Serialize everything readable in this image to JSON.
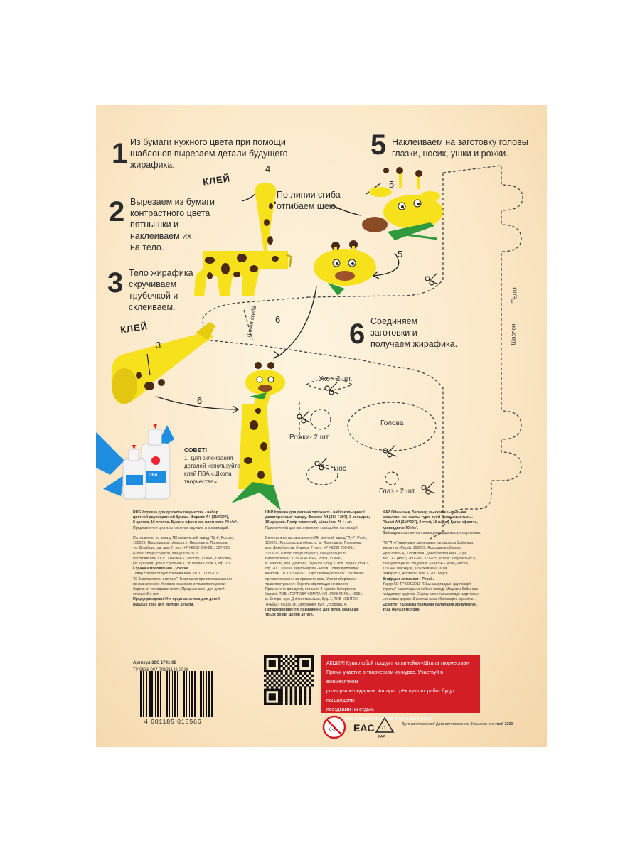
{
  "steps": [
    {
      "number": "1",
      "lines": [
        "Из бумаги нужного цвета при помощи",
        "шаблонов вырезаем детали будущего",
        "жирафика."
      ]
    },
    {
      "number": "2",
      "lines": [
        "Вырезаем из бумаги",
        "контрастного цвета",
        "пятнышки и",
        "наклеиваем их",
        "на тело."
      ]
    },
    {
      "number": "3",
      "lines": [
        "Тело жирафика",
        "скручиваем",
        "трубочкой и",
        "склеиваем."
      ]
    },
    {
      "number": "4",
      "lines": [
        "По линии сгиба",
        "отгибаем шею."
      ]
    },
    {
      "number": "5",
      "lines": [
        "Наклеиваем на заготовку головы",
        "глазки, носик, ушки и рожки."
      ]
    },
    {
      "number": "6",
      "lines": [
        "Соединяем",
        "заготовки и",
        "получаем жирафика."
      ]
    }
  ],
  "figure_labels": {
    "glue_1": "КЛЕЙ",
    "glue_2": "КЛЕЙ",
    "arrow_4": "4",
    "arrow_3": "3",
    "arrow_5a": "5",
    "arrow_5b": "5",
    "arrow_6a": "6",
    "arrow_6b": "6"
  },
  "template_labels": {
    "fold_line": "Линия сгиба",
    "body": "Тело",
    "body_template": "Шаблон",
    "ears": "Уко - 2 шт.",
    "horns": "Рожки- 2 шт.",
    "head": "Голова",
    "nose": "Нос",
    "eyes": "Глаз - 2 шт."
  },
  "tip": {
    "title": "СОВЕТ!",
    "lines": [
      "1. Для склеивания",
      "деталей используйте",
      "клей ПВА «Школа",
      "творчества»."
    ]
  },
  "glue_bottle": {
    "label": "ПВА"
  },
  "info_columns": [
    {
      "lines": [
        {
          "t": "RUS   Игрушка для детского творчества - набор",
          "b": true
        },
        {
          "t": "цветной двусторонней бумаги. Формат А4 (210*297),",
          "b": true
        },
        {
          "t": "8 цветов, 16 листов. Бумага офсетная, плотность 70 г/м².",
          "b": true
        },
        {
          "t": "Предназначен для изготовления игрушек и аппликаций.",
          "b": false
        },
        {
          "t": "",
          "b": false
        },
        {
          "t": "Изготовлено по заказу ПК химический завод \"Луч\", Россия,",
          "b": false
        },
        {
          "t": "150029, Ярославская область, г. Ярославль, Промзона,",
          "b": false
        },
        {
          "t": "ул. Декабристов, дом 7, тел.: +7 (4852) 260-261, 327-625,",
          "b": false
        },
        {
          "t": "e-mail: sbt@luch-pk.ru, sale@luch-pk.ru.",
          "b": false
        },
        {
          "t": "Изготовитель: ООО «ЛАПБЕ» , Россия, 119049, г. Москва,",
          "b": false
        },
        {
          "t": "ул. Донская, дом 6 строение 1, эт. подвал, пом. I, оф. 20С.",
          "b": false
        },
        {
          "t": "Страна изготовления - Россия.",
          "b": true
        },
        {
          "t": "Товар соответствует требованиям ТР ТС 008/2011",
          "b": false
        },
        {
          "t": "\"О безопасности игрушек\". Безопасно при использовании",
          "b": false
        },
        {
          "t": "по назначению. Условия хранения и транспортировки:",
          "b": false
        },
        {
          "t": "беречь от попадания влаги. Предназначен для детей",
          "b": false
        },
        {
          "t": "старше 3-х лет.",
          "b": false
        },
        {
          "t": "Предупреждение! Не предназначено для детей",
          "b": true
        },
        {
          "t": "младше трех лет. Мелкие детали.",
          "b": true
        }
      ]
    },
    {
      "lines": [
        {
          "t": "UKR   Іграшка для дитячої творчості - набір кольорової",
          "b": true
        },
        {
          "t": "двосторонньої паперу. Формат А4 (210 * 297), 8 кольорів,",
          "b": true
        },
        {
          "t": "16 аркушів. Папір офсетний, щільність 70 г / м².",
          "b": true
        },
        {
          "t": "Призначений для виготовлення саморобок і аплікацій.",
          "b": false
        },
        {
          "t": "",
          "b": false
        },
        {
          "t": "Виготовлено на замовлення ПК хімічний завод \"Луч\", Росія,",
          "b": false
        },
        {
          "t": "150029, Ярославська область, м. Ярославль, Промзона,",
          "b": false
        },
        {
          "t": "вул. Декабристів, будинок 7, тел.: +7 (4852) 260-261,",
          "b": false
        },
        {
          "t": "327-625, e-mail: sbt@luch-pk.ru, sale@luch-pk.ru.",
          "b": false
        },
        {
          "t": "Виготовлювач: ТОВ «ЛАПБЕ», Росія, 119049,",
          "b": false
        },
        {
          "t": "м. Москва, вул. Донська, будинок 6 буд 1, пов. підвал, пом. I,",
          "b": false
        },
        {
          "t": "оф. 20С. Країна виробництва - Росія. Товар відповідає",
          "b": false
        },
        {
          "t": "вимогам ТР ТЗ 008/2011 \"Про безпеку іграшок\". Безпечно",
          "b": false
        },
        {
          "t": "при застосуванні за призначенням. Умови зберігання і",
          "b": false
        },
        {
          "t": "транспортування: берегти від попадання вологи.",
          "b": false
        },
        {
          "t": "Призначено для дітей, старших 3-х років. Імпортер в",
          "b": false
        },
        {
          "t": "Україні: ТОВ «ТОРГОВА КОМПАНІЯ «ПОЗИТИВ», 49051,",
          "b": false
        },
        {
          "t": "м. Дніпро, вул. Дніпростальська, буд. 1, ТОВ «СВІТОК",
          "b": false
        },
        {
          "t": "ТРЕЙД» 69035, м. Запоріжжя, вул. Сухорова, 4.",
          "b": false
        },
        {
          "t": "Попередження! Не призначено для дітей, молодше",
          "b": true
        },
        {
          "t": "трьох років. Дрібні деталі.",
          "b": true
        }
      ]
    },
    {
      "lines": [
        {
          "t": "KAZ   Ойыншық, Балалар шығармашылығына",
          "b": true
        },
        {
          "t": "арналған - екі жақты түрлі-түсті қағаз жиынтығы.",
          "b": true
        },
        {
          "t": "Пішімі А4 (210*297), 8 түсті, 16 парақ, Қағаз офсетте,",
          "b": true
        },
        {
          "t": "қалыңдығы 70 г/м².",
          "b": true
        },
        {
          "t": "Дайындамалар мен аппликацияларды жасауға арналған.",
          "b": false
        },
        {
          "t": "",
          "b": false
        },
        {
          "t": "ПК \"Луч\" химиялық зауытының тапсырысы бойынша",
          "b": false
        },
        {
          "t": "жасалған, Ресей, 150029, Ярославль облысы,",
          "b": false
        },
        {
          "t": "Ярославль қ., Промзона, Декабристов көш., 7 үй,",
          "b": false
        },
        {
          "t": "тел.: +7 (4852) 260-261, 327-625, e-mail: sbt@luch-pk.ru,",
          "b": false
        },
        {
          "t": "sale@luch-pk.ru. Өндіруші: «ЛАПБЕ» ЖШҚ, Ресей,",
          "b": false
        },
        {
          "t": "119049, Мәскеу қ., Донская көш., 6 үй,",
          "b": false
        },
        {
          "t": "пимарат 1, жертөле, пом. I, 20С кеңсе.",
          "b": false
        },
        {
          "t": "Өндірушт мемлекет - Ресей.",
          "b": true
        },
        {
          "t": "Тауар КО ТР 008/2011 \"Ойыншықтардың қауіпсіздігі",
          "b": false
        },
        {
          "t": "туралы\" талаптарына сәйкес келеді. Мақсаты бойынша",
          "b": false
        },
        {
          "t": "пайдалану қауіпсіз. Сақтау және тасымалдау шарттары:",
          "b": false
        },
        {
          "t": "ылғалдан қорғау. 3 жастан асқан балаларға арналған.",
          "b": false
        },
        {
          "t": "Ескерту! Үш жасқа толмаған балаларға арналмаған.",
          "b": true
        },
        {
          "t": "Ұсақ бөлшектер бар.",
          "b": true
        }
      ]
    }
  ],
  "article": {
    "line1": "Артикул 30С 1791-08",
    "line2": "ТУ 9636-007-79131142-2016"
  },
  "barcode_number": "4 601185 015566",
  "promo": {
    "lines": [
      "АКЦИЯ! Купи любой продукт из линейки «Школа творчества»",
      "Прими участие в творческом конкурсе. Участвуй в ежемесячном",
      "розыгрыше подарков. Авторы трёх лучших работ будут награждены",
      "поездками на отдых.",
      "Подробности акции на сайте promo.luch-pk.ru"
    ]
  },
  "marks": {
    "age": "0-3",
    "eac": "EAC",
    "recycle_num": "21",
    "recycle_code": "PAP"
  },
  "manufacture_date": {
    "label": "Дата изготовления/ Дата виготовлення/ Жасалған күні:",
    "value": "май 2020"
  },
  "colors": {
    "giraffe_yellow": "#f7e11c",
    "spot_brown": "#4a2a16",
    "promo_red": "#d21e24",
    "grass_green": "#2e9a3c",
    "glue_blue": "#1f8de0"
  }
}
